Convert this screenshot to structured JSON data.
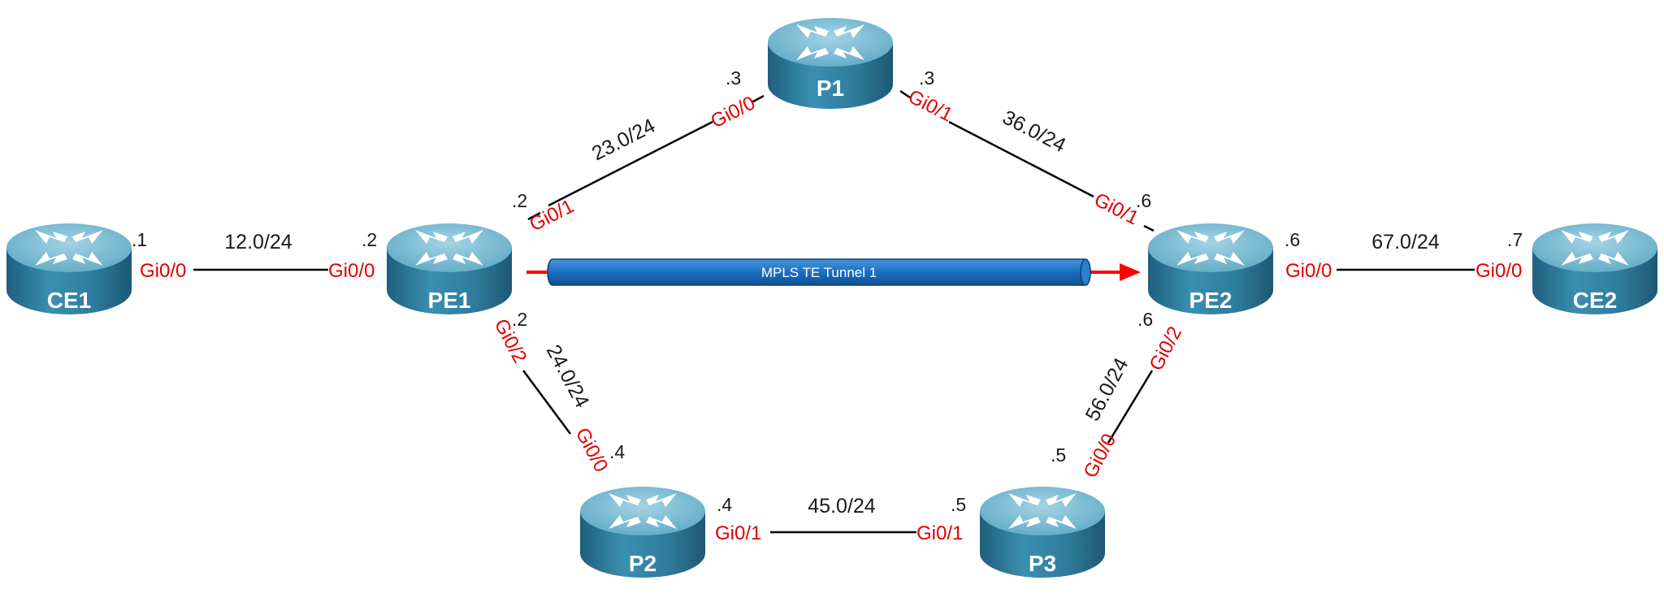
{
  "colors": {
    "router_body": "#2e7c9c",
    "router_top": "#7bbbd2",
    "interface_label": "#e00000",
    "link_line": "#000000",
    "tunnel_fill": "#1b6fc2",
    "tunnel_arrow": "#ff0000"
  },
  "routers": {
    "ce1": {
      "name": "CE1"
    },
    "pe1": {
      "name": "PE1"
    },
    "p1": {
      "name": "P1"
    },
    "pe2": {
      "name": "PE2"
    },
    "ce2": {
      "name": "CE2"
    },
    "p2": {
      "name": "P2"
    },
    "p3": {
      "name": "P3"
    }
  },
  "links": {
    "ce1_pe1": {
      "subnet": "12.0/24",
      "a_host": ".1",
      "a_iface": "Gi0/0",
      "b_host": ".2",
      "b_iface": "Gi0/0"
    },
    "pe1_p1": {
      "subnet": "23.0/24",
      "a_host": ".2",
      "a_iface": "Gi0/1",
      "b_host": ".3",
      "b_iface": "Gi0/0"
    },
    "p1_pe2": {
      "subnet": "36.0/24",
      "a_host": ".3",
      "a_iface": "Gi0/1",
      "b_host": ".6",
      "b_iface": "Gi0/1"
    },
    "pe2_ce2": {
      "subnet": "67.0/24",
      "a_host": ".6",
      "a_iface": "Gi0/0",
      "b_host": ".7",
      "b_iface": "Gi0/0"
    },
    "pe1_p2": {
      "subnet": "24.0/24",
      "a_host": ".2",
      "a_iface": "Gi0/2",
      "b_host": ".4",
      "b_iface": "Gi0/0"
    },
    "p2_p3": {
      "subnet": "45.0/24",
      "a_host": ".4",
      "a_iface": "Gi0/1",
      "b_host": ".5",
      "b_iface": "Gi0/1"
    },
    "p3_pe2": {
      "subnet": "56.0/24",
      "a_host": ".5",
      "a_iface": "Gi0/0",
      "b_host": ".6",
      "b_iface": "Gi0/2"
    }
  },
  "tunnel": {
    "label": "MPLS TE Tunnel 1"
  }
}
